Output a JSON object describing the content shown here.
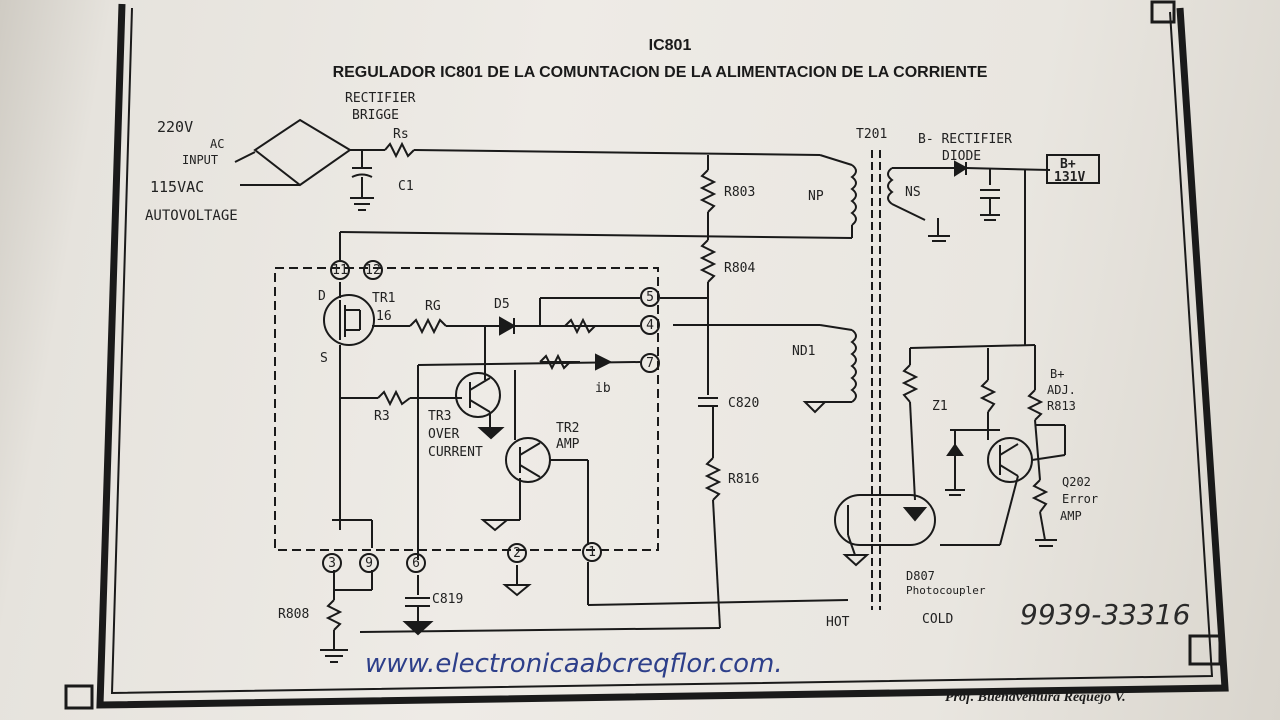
{
  "header": {
    "code": "IC801",
    "title": "REGULADOR IC801 DE LA COMUNTACION DE LA ALIMENTACION DE LA CORRIENTE"
  },
  "labels": {
    "rectifier_bridge_1": "RECTIFIER",
    "rectifier_bridge_2": "BRIGGE",
    "rs": "Rs",
    "input_220": "220V",
    "ac": "AC",
    "input": "INPUT",
    "input_115": "115VAC",
    "autovoltage": "AUTOVOLTAGE",
    "c1": "C1",
    "t201": "T201",
    "b_rectifier": "B- RECTIFIER",
    "diode": "DIODE",
    "b_plus": "B+",
    "b_voltage": "131V",
    "r803": "R803",
    "np": "NP",
    "ns": "NS",
    "r804": "R804",
    "d": "D",
    "tr1": "TR1",
    "ic": "16",
    "s": "S",
    "rg": "RG",
    "d5": "D5",
    "nd1": "ND1",
    "r3": "R3",
    "ib": "ib",
    "c820": "C820",
    "tr3": "TR3",
    "over": "OVER",
    "current": "CURRENT",
    "tr2": "TR2",
    "amp": "AMP",
    "r816": "R816",
    "z1": "Z1",
    "b_adj": "B+",
    "adj": "ADJ.",
    "r813": "R813",
    "q202": "Q202",
    "error": "Error",
    "amp2": "AMP",
    "r808": "R808",
    "c819": "C819",
    "d807": "D807",
    "photocoupler": "Photocoupler",
    "hot": "HOT",
    "cold": "COLD",
    "phone": "9939-33316",
    "website": "www.electronicaabcreqflor.com.",
    "author": "Prof. Buenaventura Requejo V."
  },
  "pins": [
    "11",
    "12",
    "5",
    "4",
    "7",
    "3",
    "9",
    "6",
    "2",
    "1"
  ]
}
